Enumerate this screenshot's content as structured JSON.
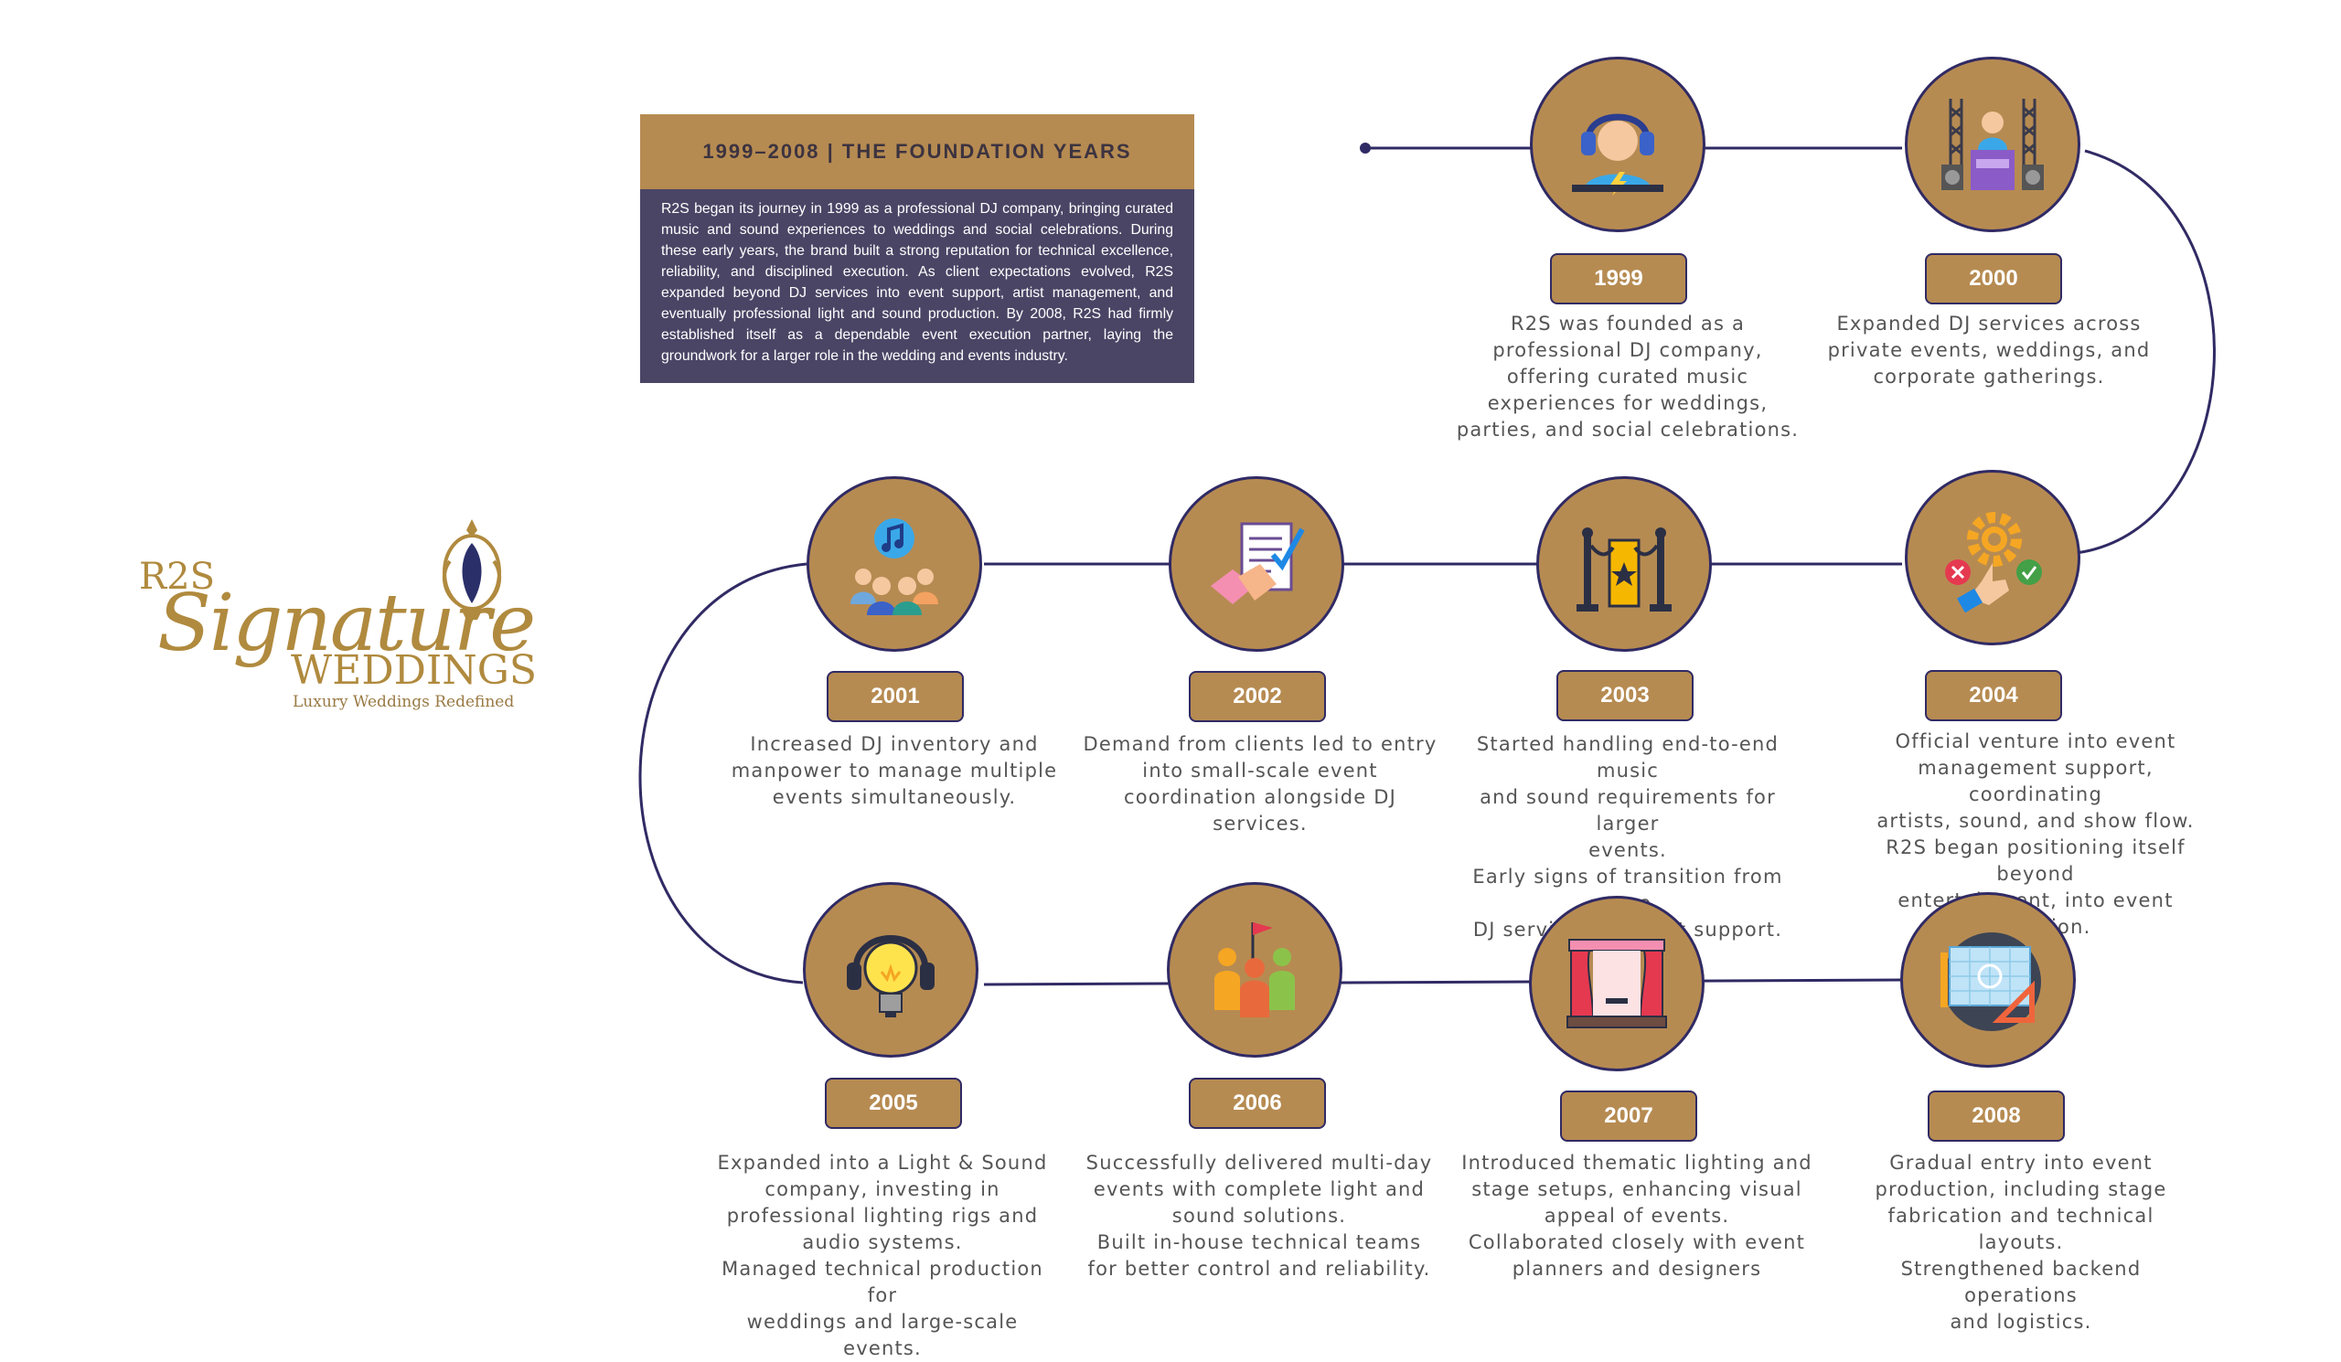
{
  "header": {
    "title": "1999–2008 | THE FOUNDATION YEARS",
    "body": "R2S began its journey in 1999 as a professional DJ company, bringing curated music and sound experiences to weddings and social celebrations. During these early years, the brand built a strong reputation for technical excellence, reliability, and disciplined execution. As client expectations evolved, R2S expanded beyond DJ services into event support, artist management, and eventually professional light and sound production. By 2008, R2S had firmly established itself as a dependable event execution partner, laying the groundwork for a larger role in the wedding and events industry."
  },
  "logo": {
    "line1": "R2S",
    "line2": "Signature",
    "line3": "WEDDINGS",
    "tagline": "Luxury Weddings Redefined"
  },
  "colors": {
    "gold": "#b68b52",
    "navy": "#302a64",
    "panel": "#4a4565"
  },
  "milestones": [
    {
      "year": "1999",
      "icon": "dj-headphones-icon",
      "lines": [
        "R2S was founded as a",
        "professional DJ company,",
        "offering curated music",
        "experiences for weddings,",
        "parties, and social celebrations."
      ]
    },
    {
      "year": "2000",
      "icon": "dj-stage-icon",
      "lines": [
        "Expanded DJ services across",
        "private events, weddings, and",
        "corporate gatherings."
      ]
    },
    {
      "year": "2001",
      "icon": "audience-music-icon",
      "lines": [
        "Increased DJ inventory and",
        "manpower to manage multiple",
        "events simultaneously."
      ]
    },
    {
      "year": "2002",
      "icon": "contract-handshake-icon",
      "lines": [
        "Demand from clients led to entry",
        "into small-scale event",
        "coordination alongside DJ",
        "services."
      ]
    },
    {
      "year": "2003",
      "icon": "red-carpet-stanchion-icon",
      "lines": [
        "Started handling end-to-end music",
        "and sound requirements for larger",
        "events.",
        "Early signs of transition from pure",
        "DJ services to event support."
      ]
    },
    {
      "year": "2004",
      "icon": "gear-decision-icon",
      "lines": [
        "Official venture into event",
        "management support, coordinating",
        "artists, sound, and show flow.",
        "R2S began positioning itself beyond",
        "entertainment, into event execution."
      ]
    },
    {
      "year": "2005",
      "icon": "bulb-headphones-icon",
      "lines": [
        "Expanded into a Light & Sound",
        "company, investing in",
        "professional lighting rigs and",
        "audio systems.",
        "Managed technical production for",
        "weddings and large-scale events."
      ]
    },
    {
      "year": "2006",
      "icon": "team-flag-icon",
      "lines": [
        "Successfully delivered multi-day",
        "events with complete light and",
        "sound solutions.",
        "Built in-house technical teams",
        "for better control and reliability."
      ]
    },
    {
      "year": "2007",
      "icon": "theatre-stage-icon",
      "lines": [
        "Introduced thematic lighting and",
        "stage setups, enhancing visual",
        "appeal of events.",
        "Collaborated closely with event",
        "planners and designers"
      ]
    },
    {
      "year": "2008",
      "icon": "blueprint-icon",
      "lines": [
        "Gradual entry into event",
        "production, including stage",
        "fabrication and technical layouts.",
        "Strengthened backend operations",
        "and logistics."
      ]
    }
  ]
}
